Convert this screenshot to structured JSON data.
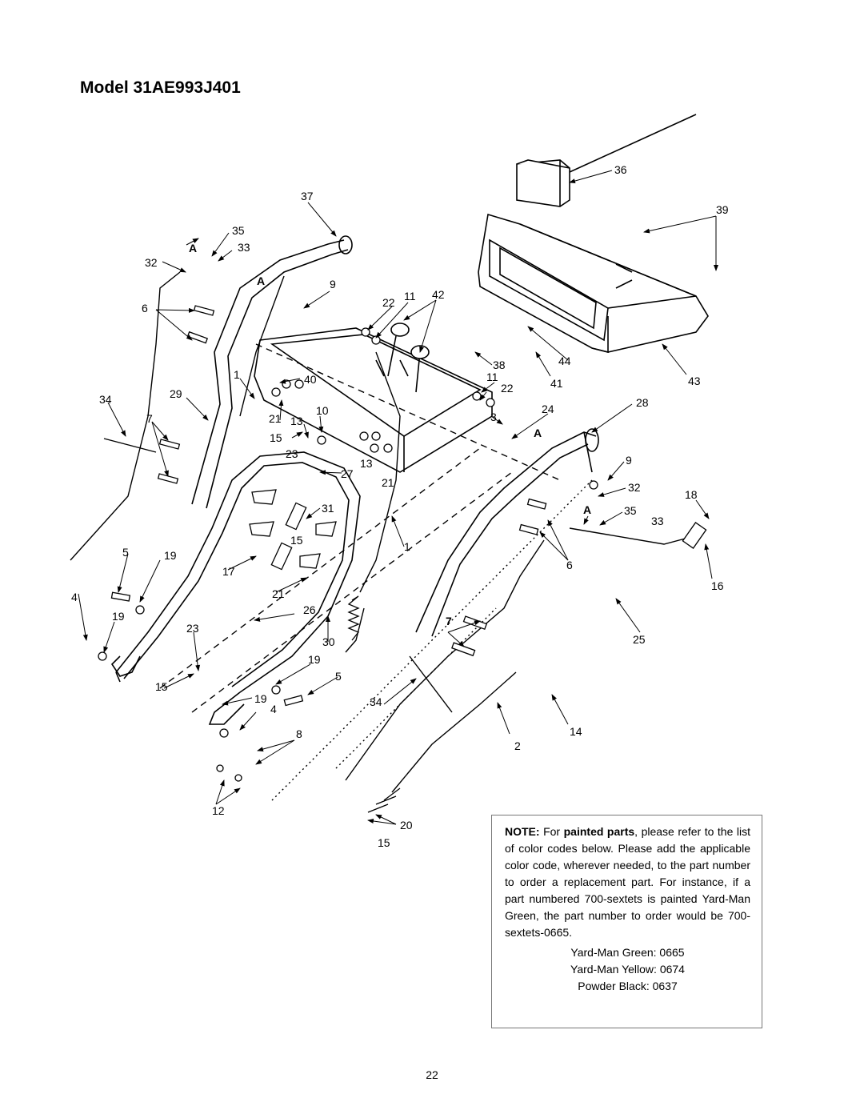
{
  "title": "Model 31AE993J401",
  "callouts": {
    "c36": "36",
    "c37": "37",
    "c39": "39",
    "c35a": "35",
    "c33a": "33",
    "c32a": "32",
    "Aa": "A",
    "Ab": "A",
    "c9a": "9",
    "c22a": "22",
    "c11a": "11",
    "c42": "42",
    "c6a": "6",
    "c1a": "1",
    "c40": "40",
    "c38": "38",
    "c44": "44",
    "c41": "41",
    "c43": "43",
    "c34a": "34",
    "c29": "29",
    "c11b": "11",
    "c22b": "22",
    "c28": "28",
    "c7a": "7",
    "c21a": "21",
    "c13a": "13",
    "c10": "10",
    "c3": "3",
    "c24": "24",
    "Ac": "A",
    "c15a": "15",
    "c23a": "23",
    "c13b": "13",
    "c27": "27",
    "c9b": "9",
    "c21b": "21",
    "c32b": "32",
    "c18": "18",
    "c31": "31",
    "Ad": "A",
    "c35b": "35",
    "c33b": "33",
    "c15b": "15",
    "c1b": "1",
    "c5a": "5",
    "c19a": "19",
    "c17": "17",
    "c6b": "6",
    "c4a": "4",
    "c21c": "21",
    "c16": "16",
    "c19b": "19",
    "c26": "26",
    "c23b": "23",
    "c7b": "7",
    "c30": "30",
    "c25": "25",
    "c19c": "19",
    "c5b": "5",
    "c15c": "15",
    "c19d": "19",
    "c4b": "4",
    "c34b": "34",
    "c8": "8",
    "c2": "2",
    "c14": "14",
    "c12": "12",
    "c20": "20",
    "c15d": "15"
  },
  "note": {
    "label": "NOTE:",
    "text1": " For ",
    "emph": "painted parts",
    "text2": ", please refer to the list of color codes below. Please add the applicable color code, wherever needed, to the part number to order a replacement part. For instance, if a part numbered 700-sextets is painted Yard-Man Green, the part number to order would be 700-sextets-0665.",
    "color_codes": [
      "Yard-Man Green: 0665",
      "Yard-Man Yellow: 0674",
      "Powder Black: 0637"
    ]
  },
  "page_number": "22"
}
